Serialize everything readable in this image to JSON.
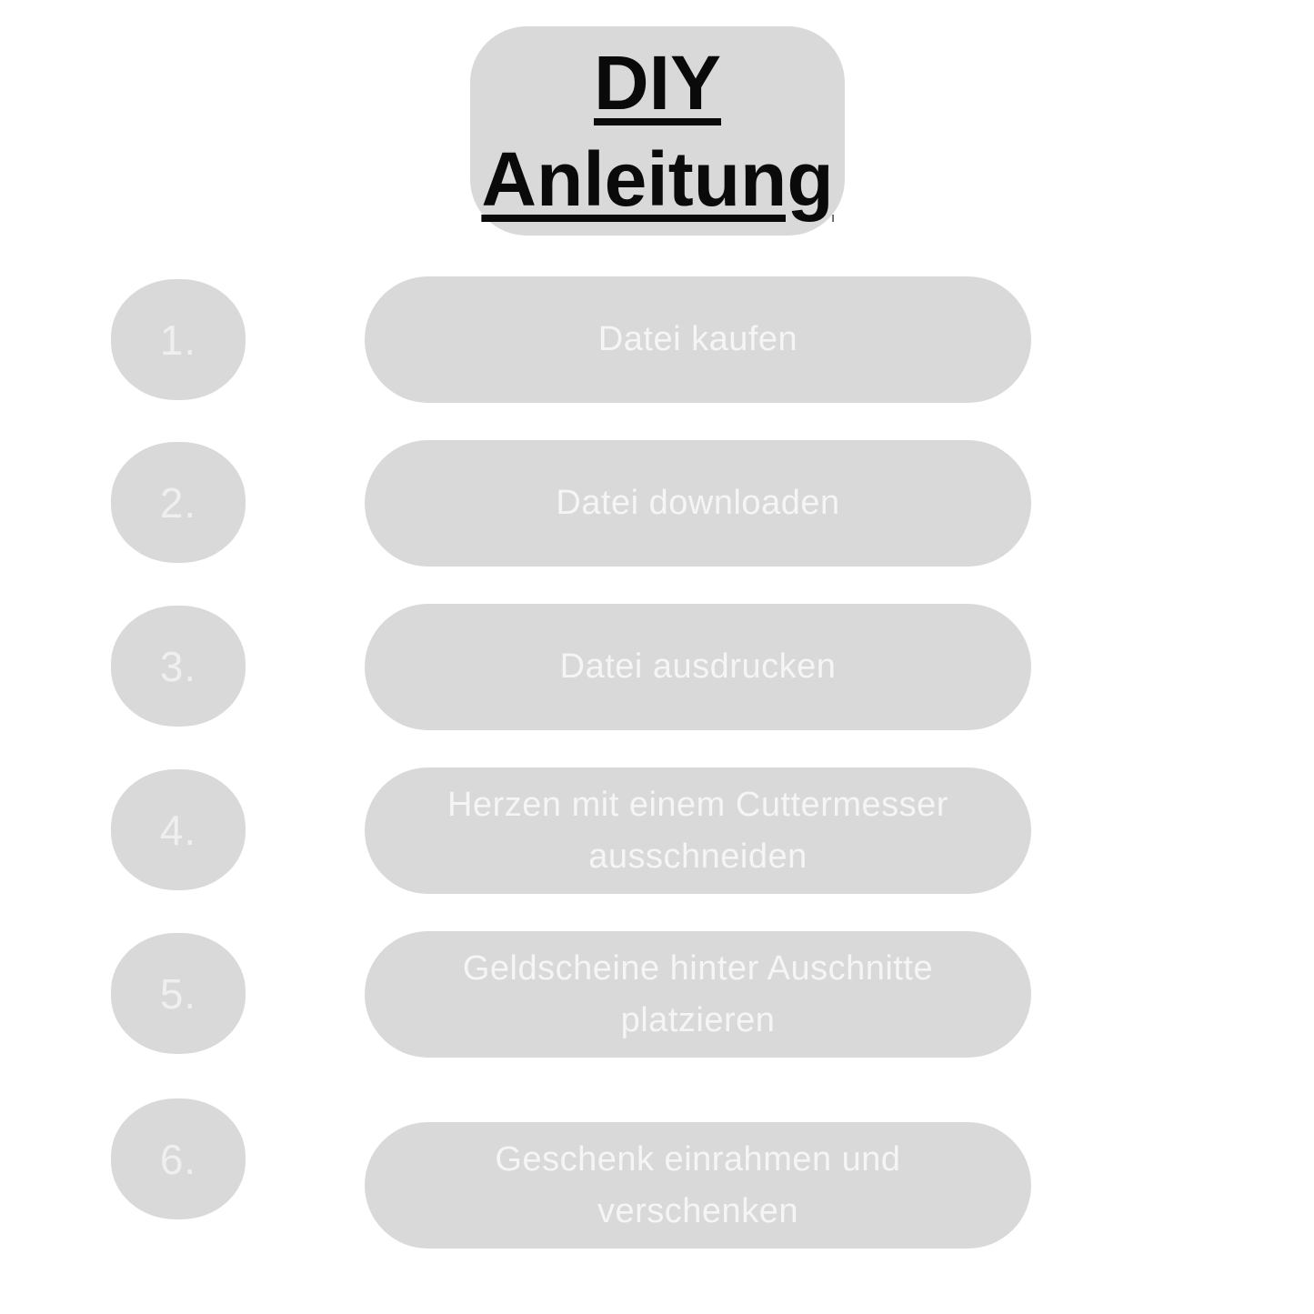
{
  "title": {
    "line1": "DIY",
    "line2": "Anleitung"
  },
  "steps": [
    {
      "number": "1.",
      "label": "Datei kaufen"
    },
    {
      "number": "2.",
      "label": "Datei downloaden"
    },
    {
      "number": "3.",
      "label": "Datei ausdrucken"
    },
    {
      "number": "4.",
      "label": "Herzen mit einem Cuttermesser\nausschneiden"
    },
    {
      "number": "5.",
      "label": "Geldscheine hinter Auschnitte\nplatzieren"
    },
    {
      "number": "6.",
      "label": "Geschenk einrahmen und\nverschenken"
    }
  ],
  "colors": {
    "background": "#ffffff",
    "shape_gray": "#d9d9d9",
    "title_text": "#0a0a0a",
    "step_text": "#f5f5f5"
  }
}
